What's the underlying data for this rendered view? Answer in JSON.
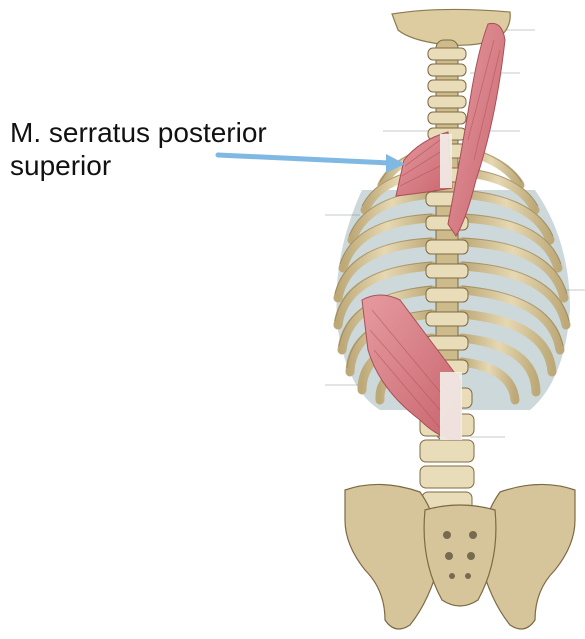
{
  "label": {
    "line1": "M. serratus posterior",
    "line2": "superior"
  },
  "colors": {
    "bone": "#d9c9a0",
    "bone_shadow": "#8e7a52",
    "muscle": "#d9828a",
    "tendon": "#f2f0ec",
    "arrow": "#7fb8e3",
    "leader_line": "#bfbfbf"
  },
  "icons": {
    "figure": "posterior-skeleton-figure",
    "pointer": "arrow-icon"
  }
}
